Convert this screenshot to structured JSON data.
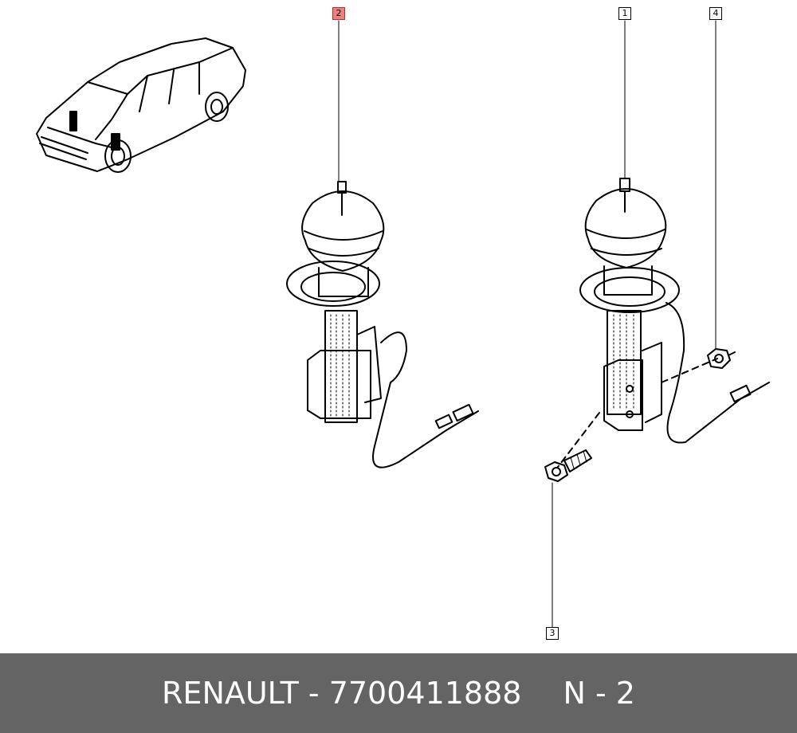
{
  "callouts": [
    {
      "label": "2",
      "highlighted": true
    },
    {
      "label": "1",
      "highlighted": false
    },
    {
      "label": "4",
      "highlighted": false
    },
    {
      "label": "3",
      "highlighted": false
    }
  ],
  "footer": {
    "part_text": "RENAULT - 7700411888",
    "section_text": "N - 2"
  },
  "colors": {
    "highlight": "#f08080",
    "footer_bg": "#646464",
    "footer_text": "#ffffff",
    "line": "#000000"
  },
  "icons": [
    "car-icon",
    "strut-assembly-icon",
    "bolt-icon",
    "nut-icon"
  ]
}
